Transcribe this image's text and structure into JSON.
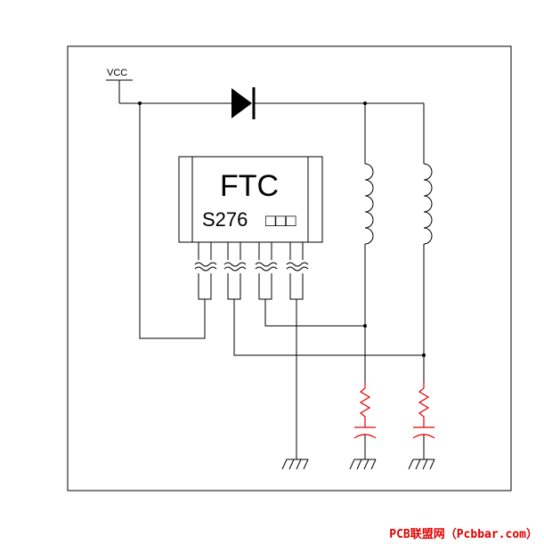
{
  "vcc_label": "VCC",
  "chip": {
    "brand": "FTC",
    "model": "S276",
    "suffix_glyphs": "□□□"
  },
  "watermark": "PCB联盟网（Pcbbar.com）",
  "colors": {
    "wire": "#000000",
    "rc_snubber": "#e00000",
    "watermark": "#e00000"
  }
}
